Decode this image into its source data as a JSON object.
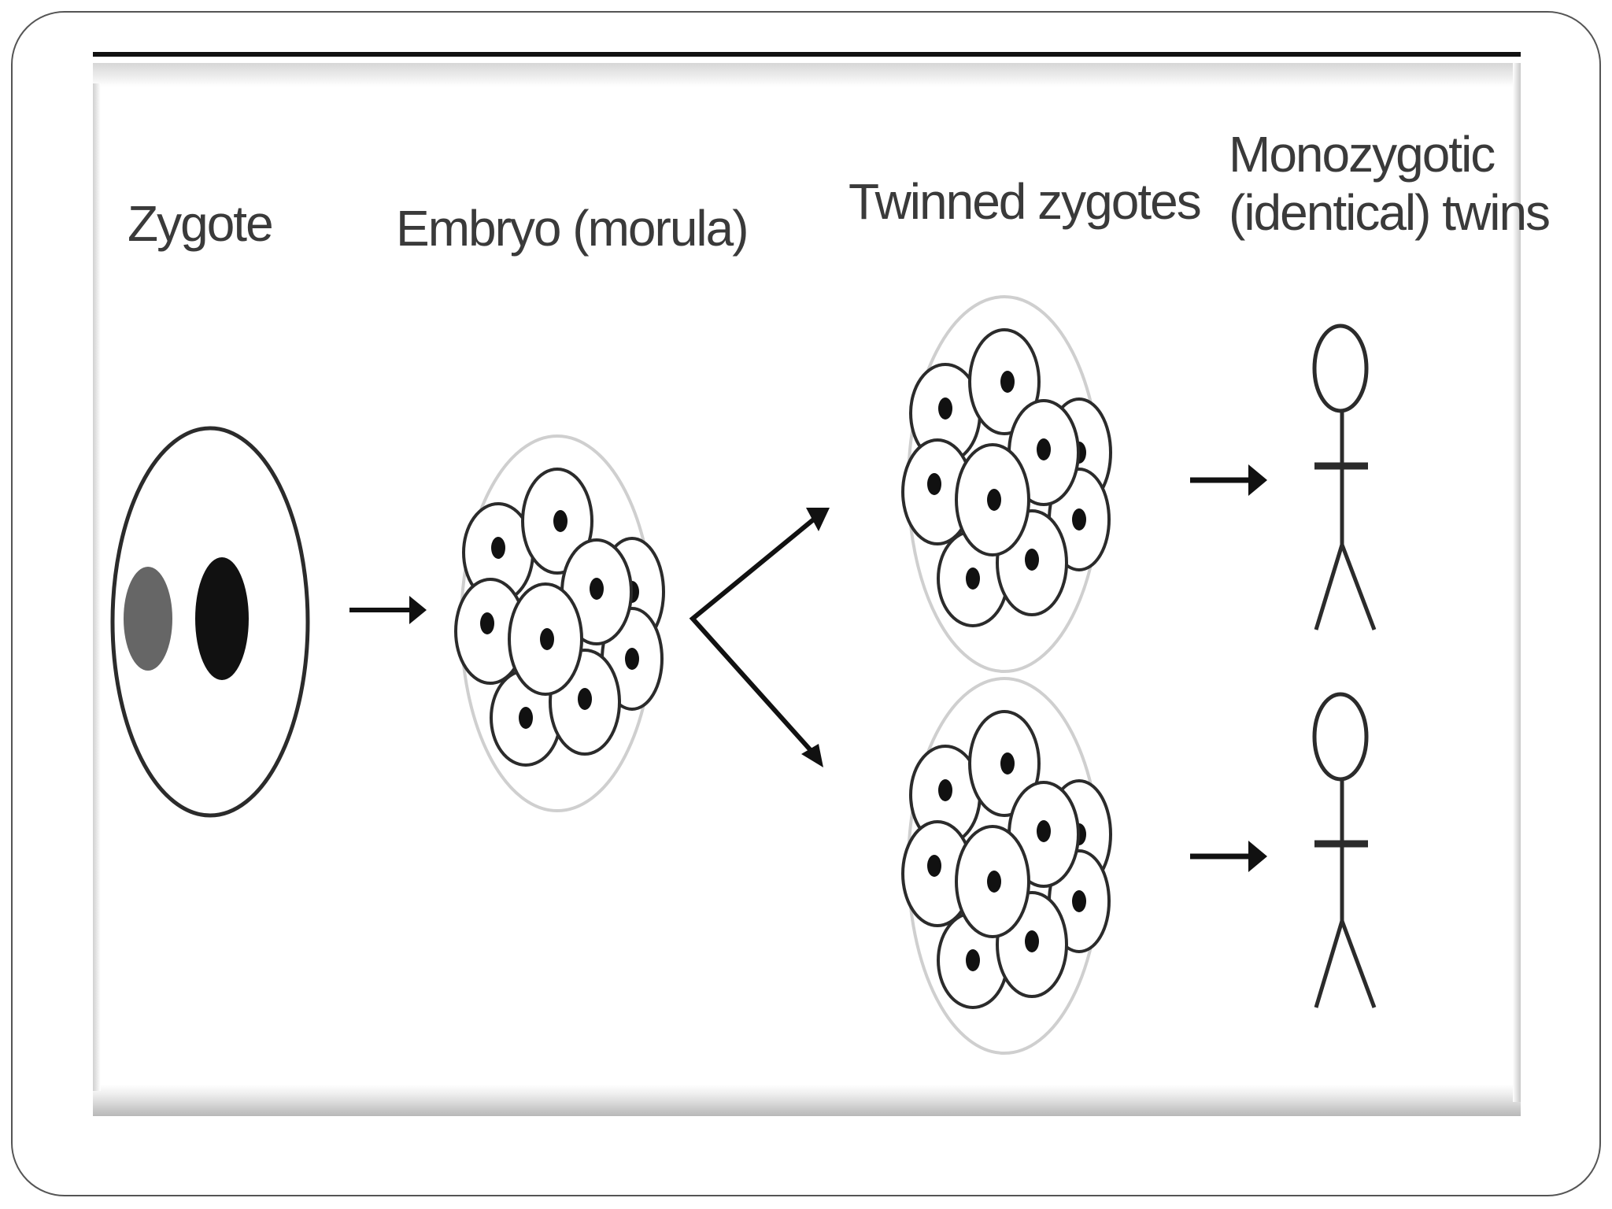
{
  "labels": {
    "zygote": "Zygote",
    "embryo": "Embryo (morula)",
    "twinned": "Twinned zygotes",
    "monozygotic_line1": "Monozygotic",
    "monozygotic_line2": "(identical) twins"
  },
  "colors": {
    "outline": "#2b2b2b",
    "nucleus": "#111111",
    "second_pronucleus": "#666666",
    "label_text": "#3a3a3a"
  }
}
